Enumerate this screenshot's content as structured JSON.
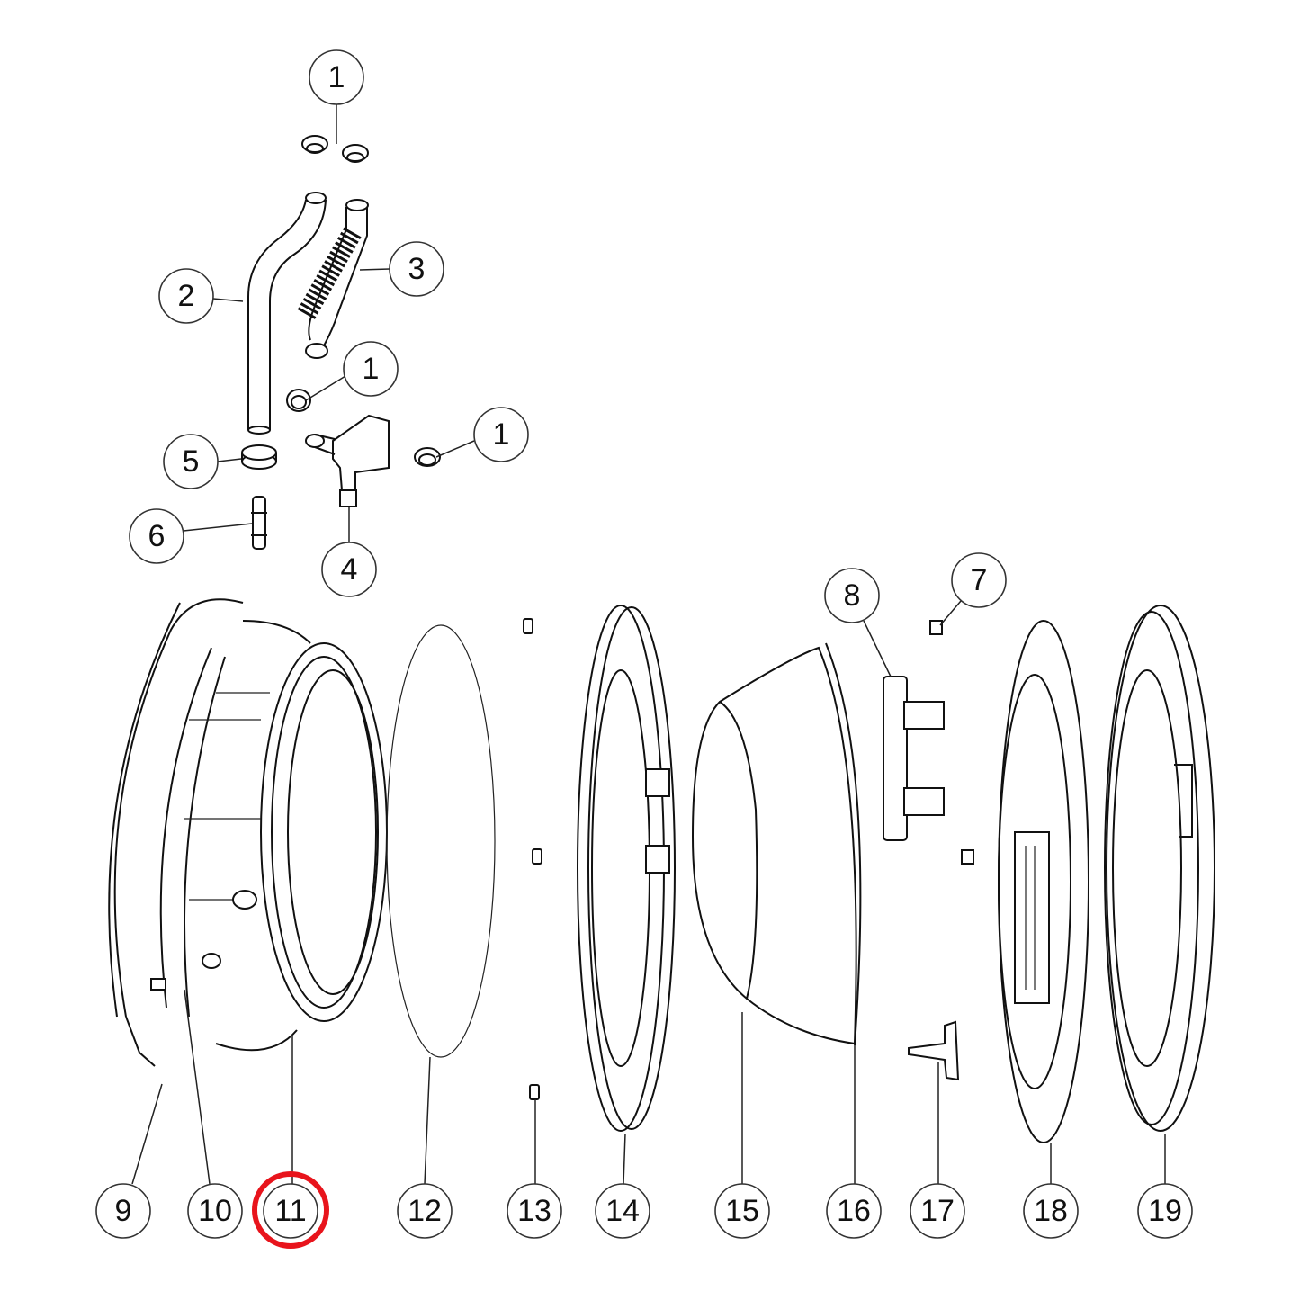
{
  "diagram": {
    "type": "exploded parts diagram",
    "highlight_color": "#e8141c",
    "highlighted_part": "11",
    "callouts": {
      "c1a": "1",
      "c1b": "1",
      "c1c": "1",
      "c2": "2",
      "c3": "3",
      "c4": "4",
      "c5": "5",
      "c6": "6",
      "c7": "7",
      "c8": "8",
      "c9": "9",
      "c10": "10",
      "c11": "11",
      "c12": "12",
      "c13": "13",
      "c14": "14",
      "c15": "15",
      "c16": "16",
      "c17": "17",
      "c18": "18",
      "c19": "19"
    }
  }
}
